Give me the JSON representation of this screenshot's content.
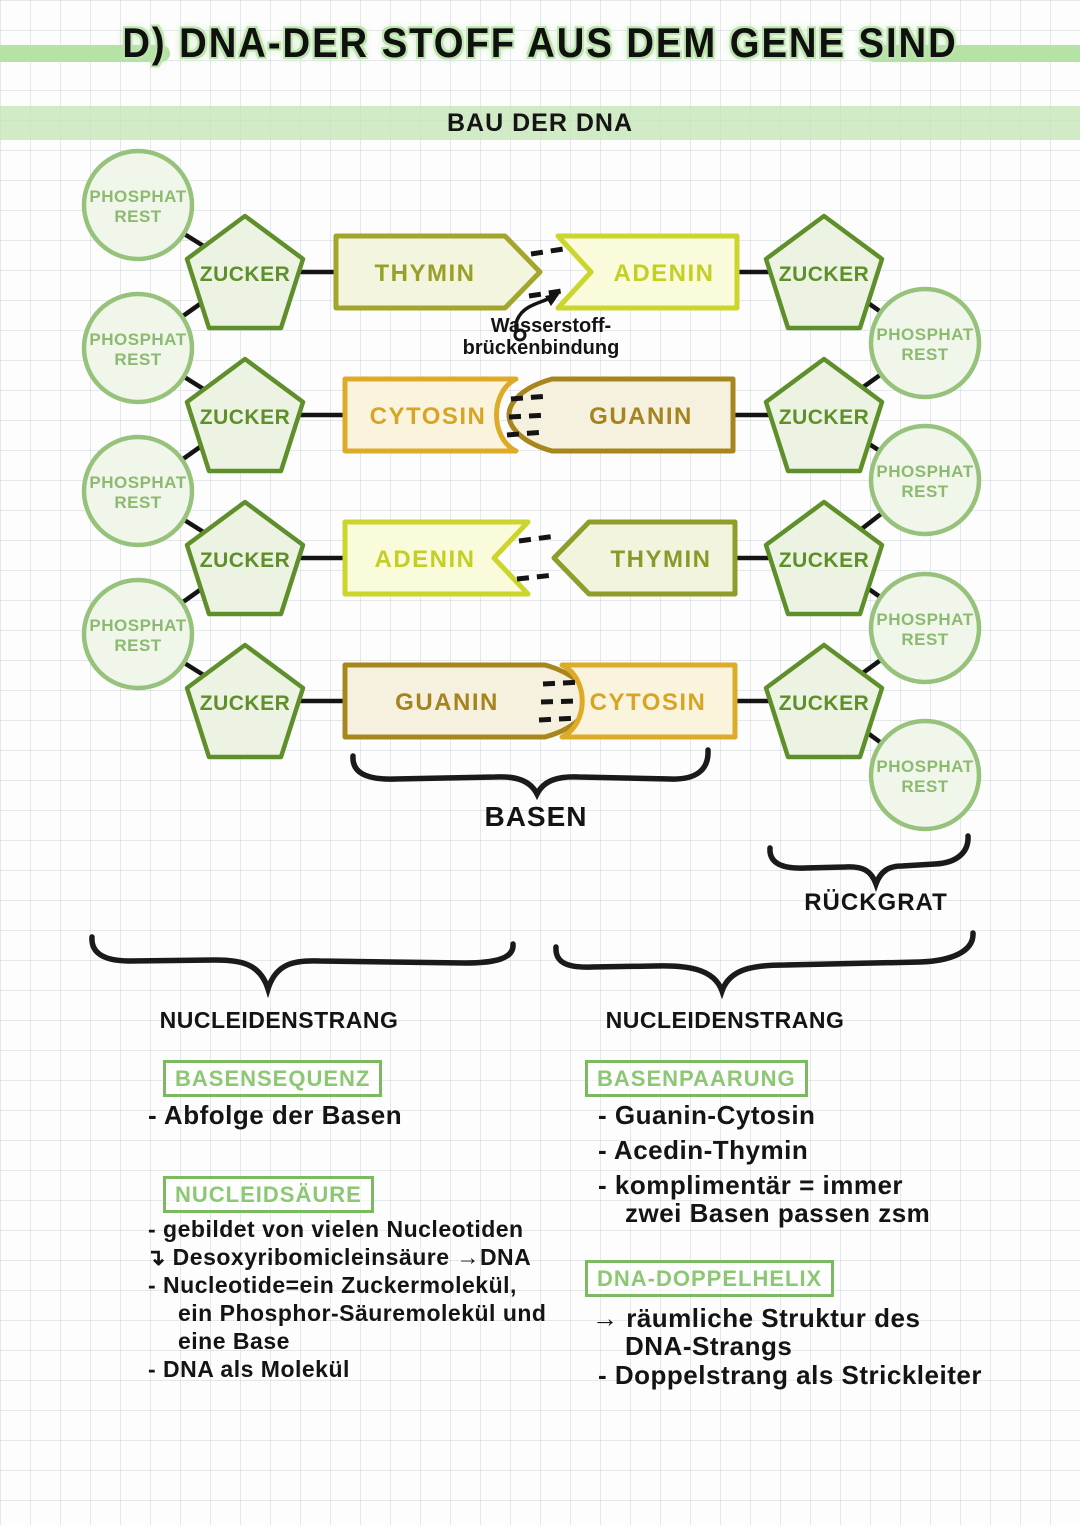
{
  "header": {
    "title": "D) DNA-DER STOFF AUS DEM GENE SIND",
    "subtitle": "BAU DER DNA"
  },
  "diagram": {
    "phosphate_line1": "PHOSPHAT",
    "phosphate_line2": "REST",
    "sugar_label": "ZUCKER",
    "hbond_line1": "Wasserstoff-",
    "hbond_line2": "brückenbindung",
    "rows": [
      {
        "left_base": "THYMIN",
        "right_base": "ADENIN"
      },
      {
        "left_base": "CYTOSIN",
        "right_base": "GUANIN"
      },
      {
        "left_base": "ADENIN",
        "right_base": "THYMIN"
      },
      {
        "left_base": "GUANIN",
        "right_base": "CYTOSIN"
      }
    ],
    "basen_label": "BASEN",
    "rueckgrat_label": "RÜCKGRAT",
    "strand_label_left": "NUCLEIDENSTRANG",
    "strand_label_right": "NUCLEIDENSTRANG"
  },
  "notes": {
    "basensequenz": {
      "heading": "BASENSEQUENZ",
      "line0": "- Abfolge der Basen"
    },
    "nucleidsaeure": {
      "heading": "NUCLEIDSÄURE",
      "line0": "- gebildet von vielen Nucleotiden",
      "line1": "↴ Desoxyribomicleinsäure →DNA",
      "line2": "- Nucleotide=ein Zuckermolekül,",
      "line3": "ein Phosphor-Säuremolekül und",
      "line4": "eine Base",
      "line5": "- DNA als Molekül"
    },
    "basenpaarung": {
      "heading": "BASENPAARUNG",
      "line0": "- Guanin-Cytosin",
      "line1": "- Acedin-Thymin",
      "line2": "- komplimentär = immer",
      "line3": "zwei Basen passen zsm"
    },
    "doppelhelix": {
      "heading": "DNA-DOPPELHELIX",
      "line0": "→ räumliche Struktur des",
      "line1": "DNA-Strangs",
      "line2": "- Doppelstrang als Strickleiter"
    }
  },
  "colors": {
    "sugar_green": "#5f8f2b",
    "phosphate_green": "#8cba70",
    "adenin": "#cbd52c",
    "thymin": "#9aa22c",
    "cytosin": "#ddab28",
    "guanin": "#a8861e",
    "banner_green": "#c3e4b4",
    "marker_green": "#b5e2a5",
    "box_green": "#7cba62"
  }
}
